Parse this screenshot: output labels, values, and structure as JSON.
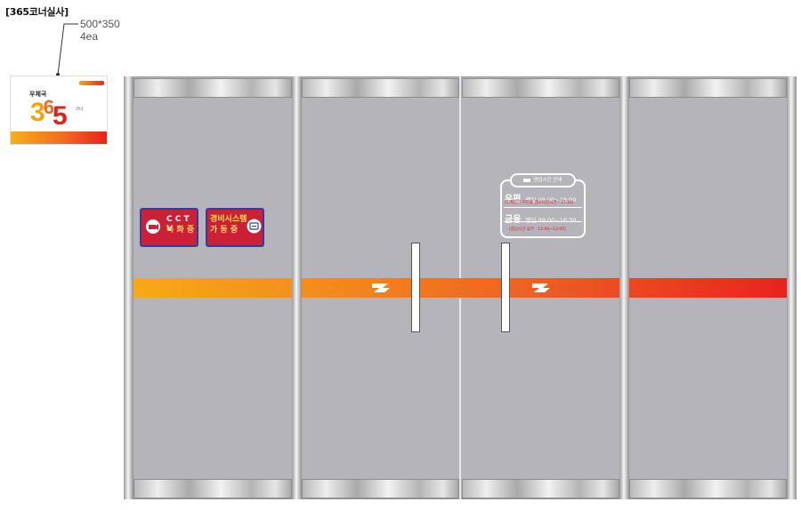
{
  "title": "[365코너실사]",
  "spec": {
    "size": "500*350",
    "qty": "4ea"
  },
  "sign": {
    "label": "우체국",
    "digits": [
      "3",
      "6",
      "5"
    ],
    "digit_colors": [
      "#f6a30f",
      "#ef6b1e",
      "#e4201d"
    ],
    "corner": "코너"
  },
  "stickers": {
    "cctv": {
      "line1": "C C T V",
      "line2": "녹 화 중"
    },
    "security": {
      "line1": "경비시스템",
      "line2": "가 동 중"
    }
  },
  "hours_sign": {
    "header": "영업시간 안내",
    "postal_label": "우편",
    "postal_hours": "평일 09:00~18:00",
    "postal_note": "(고속등기 우편물 접수마감시간 : 17:30)",
    "finance_label": "금융",
    "finance_hours": "평일 09:00~16:30",
    "lunch_note": "(점심시간 휴무 : 12:00~13:00)"
  },
  "colors": {
    "stripe_start": "#f6a917",
    "stripe_end": "#e8231d",
    "sticker_red": "#cc2036",
    "sticker_border": "#2f3f9b",
    "glass": "#b4b4ba"
  }
}
